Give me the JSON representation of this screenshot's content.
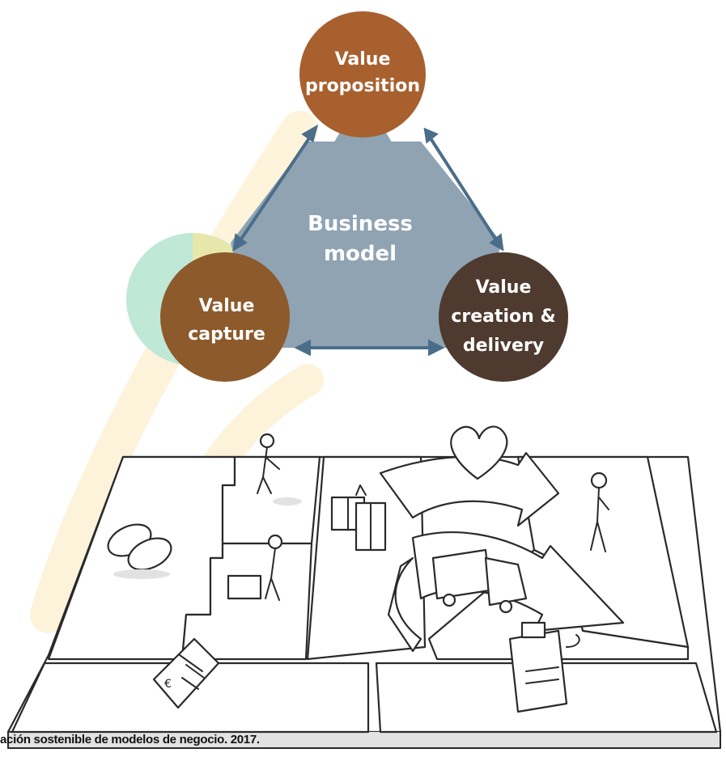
{
  "diagram": {
    "center_label": [
      "Business",
      "model"
    ],
    "nodes": [
      {
        "id": "value-proposition",
        "lines": [
          "Value",
          "proposition"
        ],
        "color": "#a8602e"
      },
      {
        "id": "value-capture",
        "lines": [
          "Value",
          "capture"
        ],
        "color": "#8c5a2b"
      },
      {
        "id": "value-creation-delivery",
        "lines": [
          "Value",
          "creation &",
          "delivery"
        ],
        "color": "#4e3a2e"
      }
    ],
    "center_color": "#8fa3b3",
    "arrow_color": "#4a6e8a",
    "accent_circle_color": "#bfe8d6"
  },
  "illustration": {
    "description_icons": [
      "chain-links-icon",
      "heart-icon",
      "delivery-truck-icon",
      "gift-boxes-icon",
      "cash-register-icon",
      "invoice-euro-icon"
    ],
    "invoice_symbol": "€"
  },
  "caption": "ación sostenible de modelos de negocio. 2017."
}
